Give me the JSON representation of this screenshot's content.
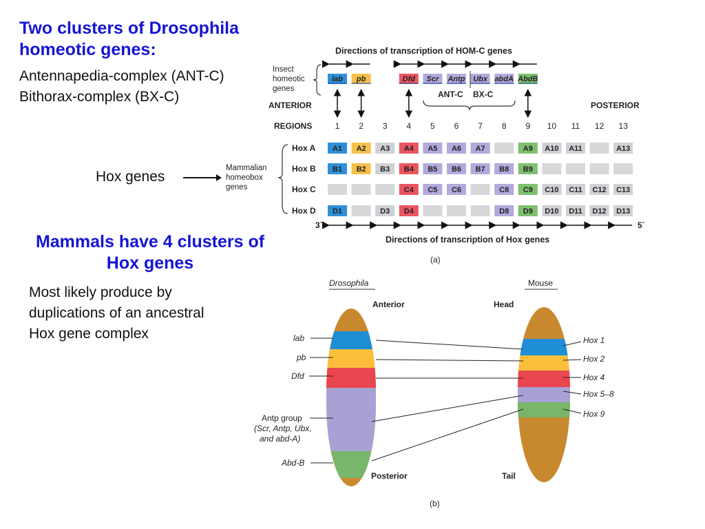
{
  "left_text": {
    "title": "Two clusters of Drosophila homeotic genes:",
    "title_line1": "Two clusters of Drosophila",
    "title_line2": "homeotic genes:",
    "line_antc": "Antennapedia-complex (ANT-C)",
    "line_bxc": "Bithorax-complex (BX-C)",
    "hox_label": "Hox genes",
    "mammals_line1": "Mammals have 4 clusters of",
    "mammals_line2": "Hox genes",
    "dup_line1": "Most likely produce by",
    "dup_line2": "duplications of an ancestral",
    "dup_line3": "Hox gene complex"
  },
  "figure_a": {
    "title_top": "Directions of transcription of HOM-C genes",
    "insect_label": [
      "Insect",
      "homeotic",
      "genes"
    ],
    "anterior": "ANTERIOR",
    "posterior": "POSTERIOR",
    "regions_label": "REGIONS",
    "regions": [
      "1",
      "2",
      "3",
      "4",
      "5",
      "6",
      "7",
      "8",
      "9",
      "10",
      "11",
      "12",
      "13"
    ],
    "insect_genes": [
      {
        "name": "lab",
        "region": 1,
        "color": "#2f8fd6"
      },
      {
        "name": "pb",
        "region": 2,
        "color": "#f6c14a"
      },
      {
        "name": "Dfd",
        "region": 4,
        "color": "#ea5560"
      },
      {
        "name": "Scr",
        "region": 5,
        "color": "#b3a9dc"
      },
      {
        "name": "Antp",
        "region": 6,
        "color": "#b3a9dc"
      },
      {
        "name": "Ubx",
        "region": 7,
        "color": "#b3a9dc"
      },
      {
        "name": "abdA",
        "region": 8,
        "color": "#b3a9dc"
      },
      {
        "name": "AbdB",
        "region": 9,
        "color": "#7fbf6f"
      }
    ],
    "antc_label": "ANT-C",
    "bxc_label": "BX-C",
    "mammal_label": [
      "Mammalian",
      "homeobox",
      "genes"
    ],
    "hox_rows": [
      {
        "name": "Hox A",
        "cells": [
          "A1",
          "A2",
          "A3",
          "A4",
          "A5",
          "A6",
          "A7",
          "",
          "A9",
          "A10",
          "A11",
          "",
          "A13"
        ]
      },
      {
        "name": "Hox B",
        "cells": [
          "B1",
          "B2",
          "B3",
          "B4",
          "B5",
          "B6",
          "B7",
          "B8",
          "B9",
          "",
          "",
          "",
          ""
        ]
      },
      {
        "name": "Hox C",
        "cells": [
          "",
          "",
          "",
          "C4",
          "C5",
          "C6",
          "",
          "C8",
          "C9",
          "C10",
          "C11",
          "C12",
          "C13"
        ]
      },
      {
        "name": "Hox D",
        "cells": [
          "D1",
          "",
          "D3",
          "D4",
          "",
          "",
          "",
          "D8",
          "D9",
          "D10",
          "D11",
          "D12",
          "D13"
        ]
      }
    ],
    "region_colors": [
      "#2f8fd6",
      "#f6c14a",
      "#cfd1d4",
      "#ea5560",
      "#b3a9dc",
      "#b3a9dc",
      "#b3a9dc",
      "#b3a9dc",
      "#7fbf6f",
      "#cfd1d4",
      "#cfd1d4",
      "#cfd1d4",
      "#cfd1d4"
    ],
    "empty_color": "#d6d8da",
    "three_prime": "3´",
    "five_prime": "5´",
    "title_bottom": "Directions of transcription of Hox genes",
    "caption": "(a)"
  },
  "figure_b": {
    "drosophila_label": "Drosophila",
    "mouse_label": "Mouse",
    "anterior": "Anterior",
    "head": "Head",
    "posterior": "Posterior",
    "tail": "Tail",
    "fly_labels": [
      "lab",
      "pb",
      "Dfd",
      "Antp group",
      "(Scr, Antp, Ubx,",
      "and abd-A)",
      "Abd-B"
    ],
    "mouse_labels": [
      "Hox 1",
      "Hox 2",
      "Hox 4",
      "Hox 5–8",
      "Hox 9"
    ],
    "body_color": "#c8892e",
    "caption": "(b)"
  }
}
